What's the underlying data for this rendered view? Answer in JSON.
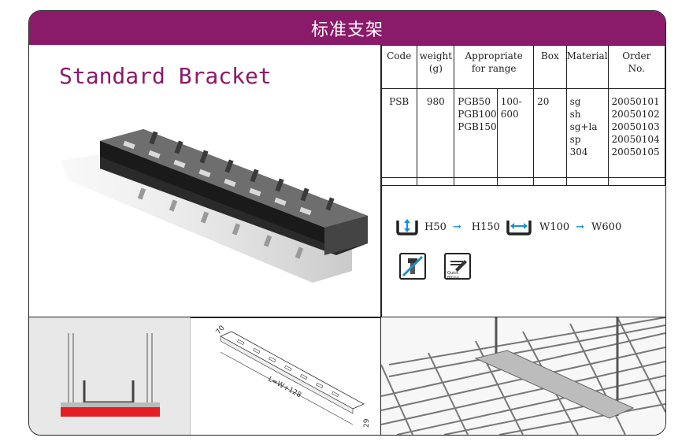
{
  "title": "标准支架",
  "product_name": "Standard Bracket",
  "table": {
    "headers": {
      "code": "Code",
      "weight_1": "weight",
      "weight_2": "(g)",
      "range_1": "Appropriate",
      "range_2": "for range",
      "box": "Box",
      "material": "Material",
      "order_1": "Order",
      "order_2": "No."
    },
    "row": {
      "code": "PSB",
      "weight": "980",
      "models": [
        "PGB50",
        "PGB100",
        "PGB150"
      ],
      "range": "100-600",
      "box": "20",
      "materials": [
        "sg",
        "sh",
        "sg+la",
        "sp",
        "304"
      ],
      "orders": [
        "20050101",
        "20050102",
        "20050103",
        "20050104",
        "20050105"
      ]
    }
  },
  "features": {
    "h_from": "H50",
    "h_to": "H150",
    "w_from": "W100",
    "w_to": "W600",
    "arrow": "→",
    "quick_fitting_label": "Quick fitting"
  },
  "drawing": {
    "dim_top": "70",
    "dim_length": "L=W+128",
    "dim_height": "29"
  },
  "colors": {
    "accent": "#8a1a6a",
    "arrow_blue": "#1a8fd6",
    "base_red": "#e31e24"
  }
}
